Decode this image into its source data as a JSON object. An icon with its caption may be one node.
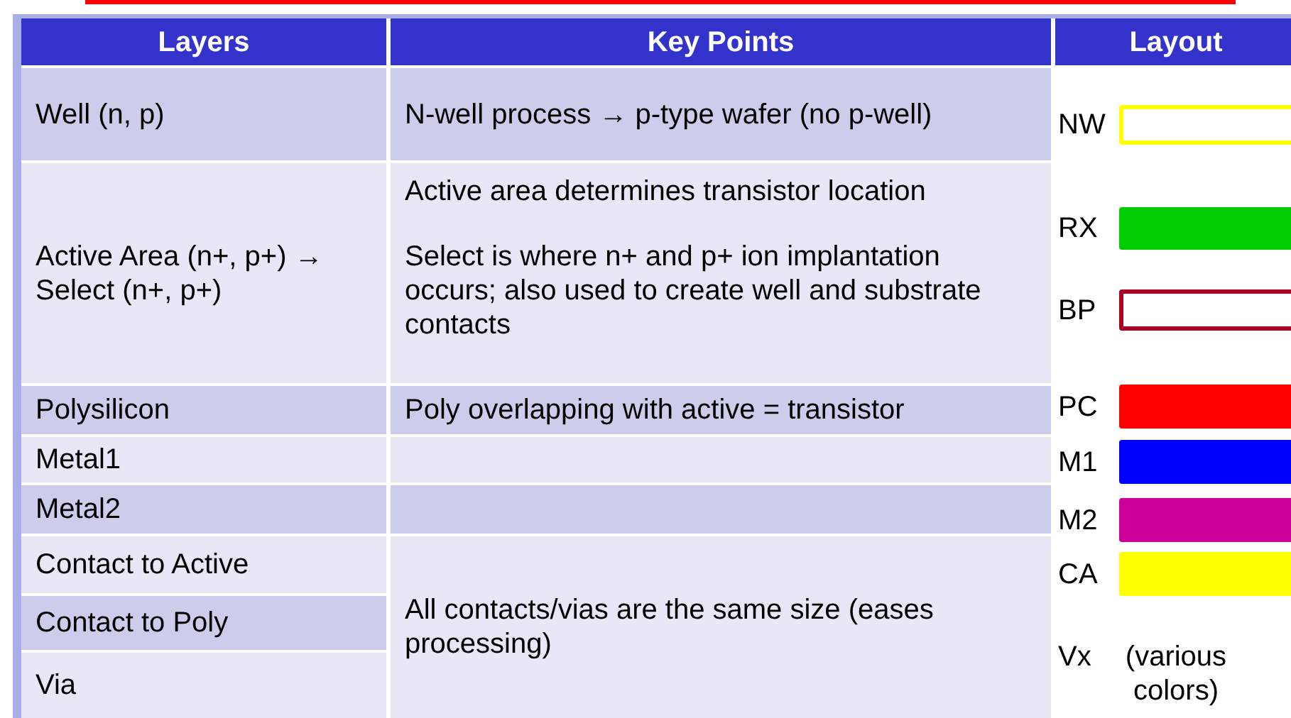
{
  "diagram": {
    "labels": [
      "Layers",
      "Key Points",
      "Layout",
      "Well (n, p)",
      "N-well process → p-type wafer (no p-well)",
      "Active Area (n+, p+) → Select (n+, p+)",
      "Active area determines transistor location",
      "Select is where n+ and p+ ion implantation occurs; also used to create well and substrate contacts",
      "Polysilicon",
      "Poly overlapping with active = transistor",
      "Metal1",
      "Metal2",
      "Contact to Active",
      "All contacts/vias are the same size (eases processing)",
      "Contact to Poly",
      "Via",
      "Vx",
      "(various colors)"
    ],
    "legend": [
      {
        "text": "NW",
        "color": "#ffff00"
      },
      {
        "text": "RX",
        "color": "#00cc00"
      },
      {
        "text": "BP",
        "color": "#aa0022"
      },
      {
        "text": "PC",
        "color": "#ff0000"
      },
      {
        "text": "M1",
        "color": "#0000ff"
      },
      {
        "text": "M2",
        "color": "#cc0099"
      },
      {
        "text": "CA",
        "color": "#ffff00"
      }
    ]
  }
}
